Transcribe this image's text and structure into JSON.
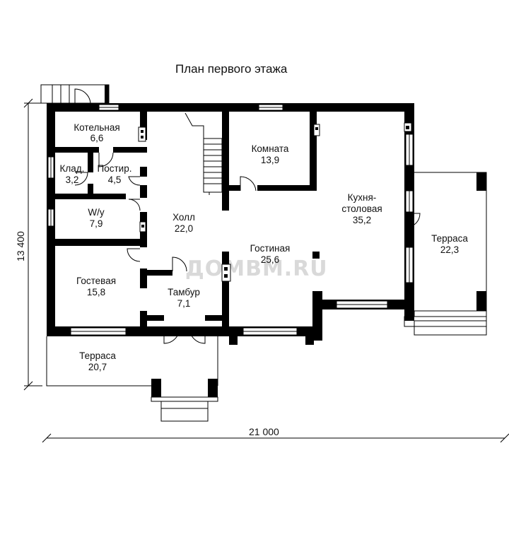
{
  "title": "План первого этажа",
  "watermark": "ДОМВМ.RU",
  "dimensions": {
    "width": "21 000",
    "height": "13 400"
  },
  "rooms": [
    {
      "name": "Котельная",
      "area": "6,6"
    },
    {
      "name": "Клад.",
      "area": "3,2"
    },
    {
      "name": "Постир.",
      "area": "4,5"
    },
    {
      "name": "W/у",
      "area": "7,9"
    },
    {
      "name": "Гостевая",
      "area": "15,8"
    },
    {
      "name": "Холл",
      "area": "22,0"
    },
    {
      "name": "Тамбур",
      "area": "7,1"
    },
    {
      "name": "Комната",
      "area": "13,9"
    },
    {
      "name": "Гостиная",
      "area": "25,6"
    },
    {
      "name": "Кухня-",
      "name2": "столовая",
      "area": "35,2"
    },
    {
      "name": "Терраса",
      "area": "22,3"
    },
    {
      "name": "Терраса",
      "area": "20,7"
    }
  ],
  "colors": {
    "wall": "#000000",
    "watermark": "#d9d9d9"
  }
}
